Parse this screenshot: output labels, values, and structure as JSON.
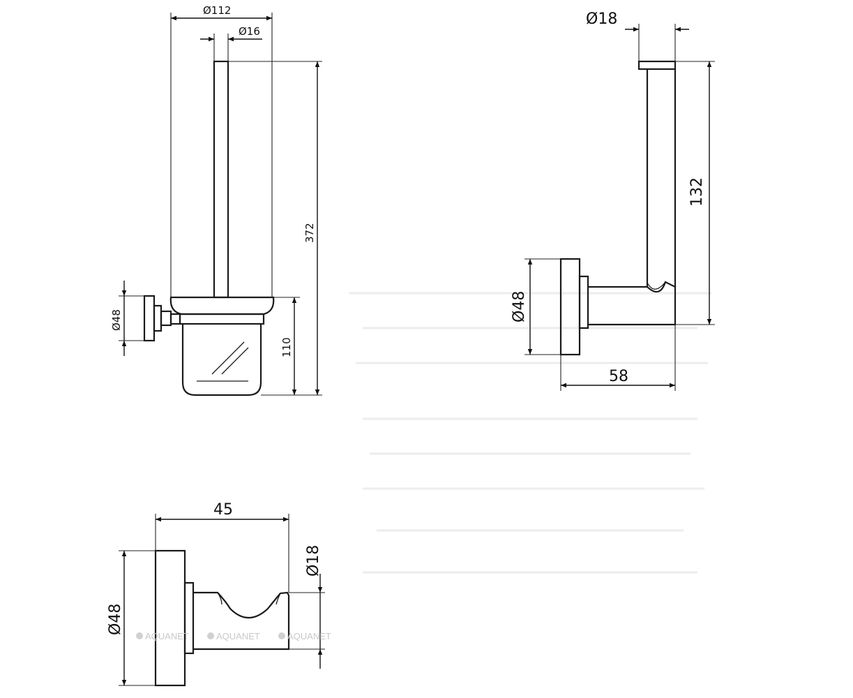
{
  "brush_holder": {
    "dim_cup_diameter": "Ø112",
    "dim_handle_diameter": "Ø16",
    "dim_total_height": "372",
    "dim_cup_height": "110",
    "dim_wall_plate": "Ø48"
  },
  "spare_roll_holder": {
    "dim_rod_diameter": "Ø18",
    "dim_rod_height": "132",
    "dim_wall_plate": "Ø48",
    "dim_projection": "58"
  },
  "robe_hook": {
    "dim_projection": "45",
    "dim_hook_diameter": "Ø18",
    "dim_wall_plate": "Ø48"
  },
  "watermark": {
    "text": "AQUANET",
    "color": "#c8c8c8"
  }
}
